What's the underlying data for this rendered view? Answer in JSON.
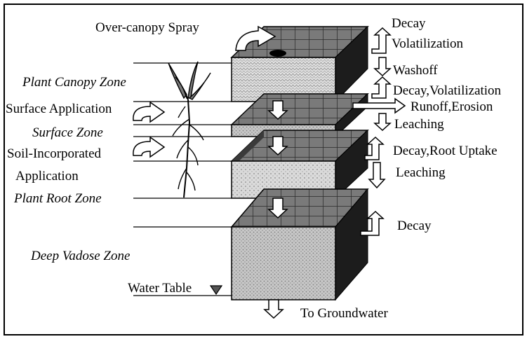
{
  "labels": {
    "spray": "Over-canopy Spray",
    "canopy_zone": "Plant Canopy Zone",
    "surface_app": "Surface Application",
    "surface_zone": "Surface Zone",
    "soil_inc_1": "Soil-Incorporated",
    "soil_inc_2": "Application",
    "root_zone": "Plant Root Zone",
    "vadose_zone": "Deep Vadose Zone",
    "water_table": "Water Table",
    "decay_top": "Decay",
    "volatilization": "Volatilization",
    "washoff": "Washoff",
    "decay_volatilization": "Decay,Volatilization",
    "runoff_erosion": "Runoff,Erosion",
    "leaching_1": "Leaching",
    "decay_root_uptake": "Decay,Root Uptake",
    "leaching_2": "Leaching",
    "decay_bottom": "Decay",
    "to_groundwater": "To Groundwater"
  },
  "colors": {
    "dark_layer": "#4a4a4a",
    "grid_top": "#6e6e6e",
    "front_light": "#e0e0e0",
    "front_dots": "#c4c4c4",
    "side_dark": "#1c1c1c"
  }
}
